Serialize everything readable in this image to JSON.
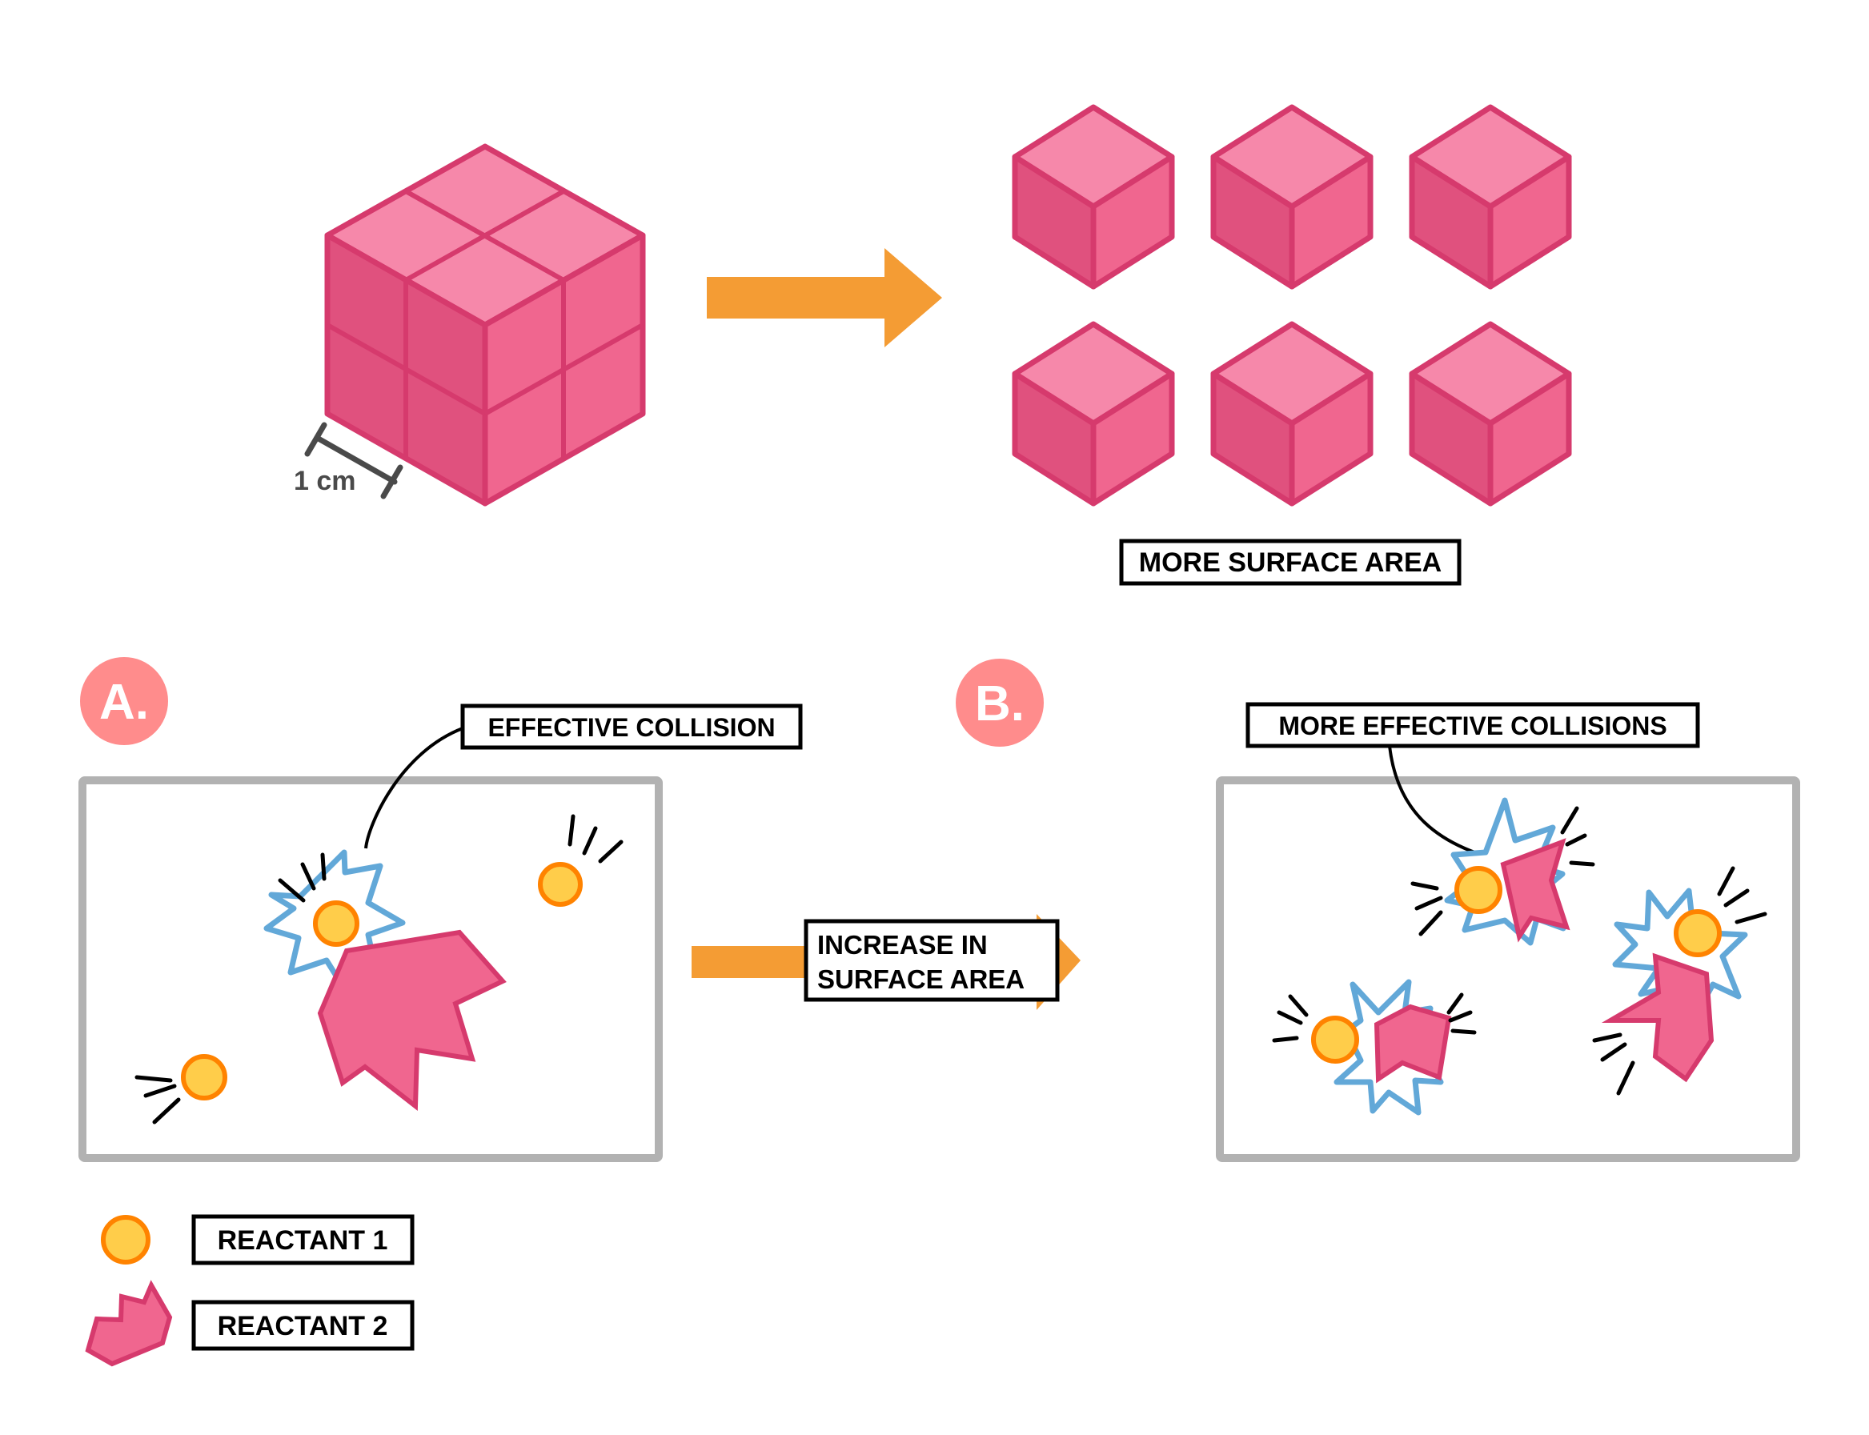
{
  "colors": {
    "cube_top": "#f688aa",
    "cube_left": "#e0517e",
    "cube_right": "#f0668f",
    "cube_edge": "#d63a6d",
    "arrow": "#f49c34",
    "badge": "#ff8c8c",
    "reactant1_fill": "#ffcd4a",
    "reactant1_stroke": "#ff8300",
    "reactant2_fill": "#f0668f",
    "reactant2_stroke": "#d63a6d",
    "burst": "#62a8d8",
    "container_border": "#b2b2b2",
    "motion_lines": "#000000",
    "dimension": "#4a4a4a"
  },
  "top": {
    "large_cube": {
      "grid": "2x2x2",
      "dimension_label": "1 cm"
    },
    "small_cubes_count": 6,
    "result_label": "MORE SURFACE AREA"
  },
  "panels": {
    "a": {
      "badge": "A.",
      "callout": "EFFECTIVE COLLISION",
      "reactant1_count": 3,
      "reactant2_count": 1,
      "collisions": 1
    },
    "b": {
      "badge": "B.",
      "callout": "MORE EFFECTIVE COLLISIONS",
      "reactant1_count": 3,
      "reactant2_count": 3,
      "collisions": 3
    }
  },
  "transition": {
    "line1": "INCREASE IN",
    "line2": "SURFACE AREA"
  },
  "legend": [
    {
      "icon": "reactant-1-circle-icon",
      "label": "REACTANT 1"
    },
    {
      "icon": "reactant-2-shard-icon",
      "label": "REACTANT 2"
    }
  ]
}
